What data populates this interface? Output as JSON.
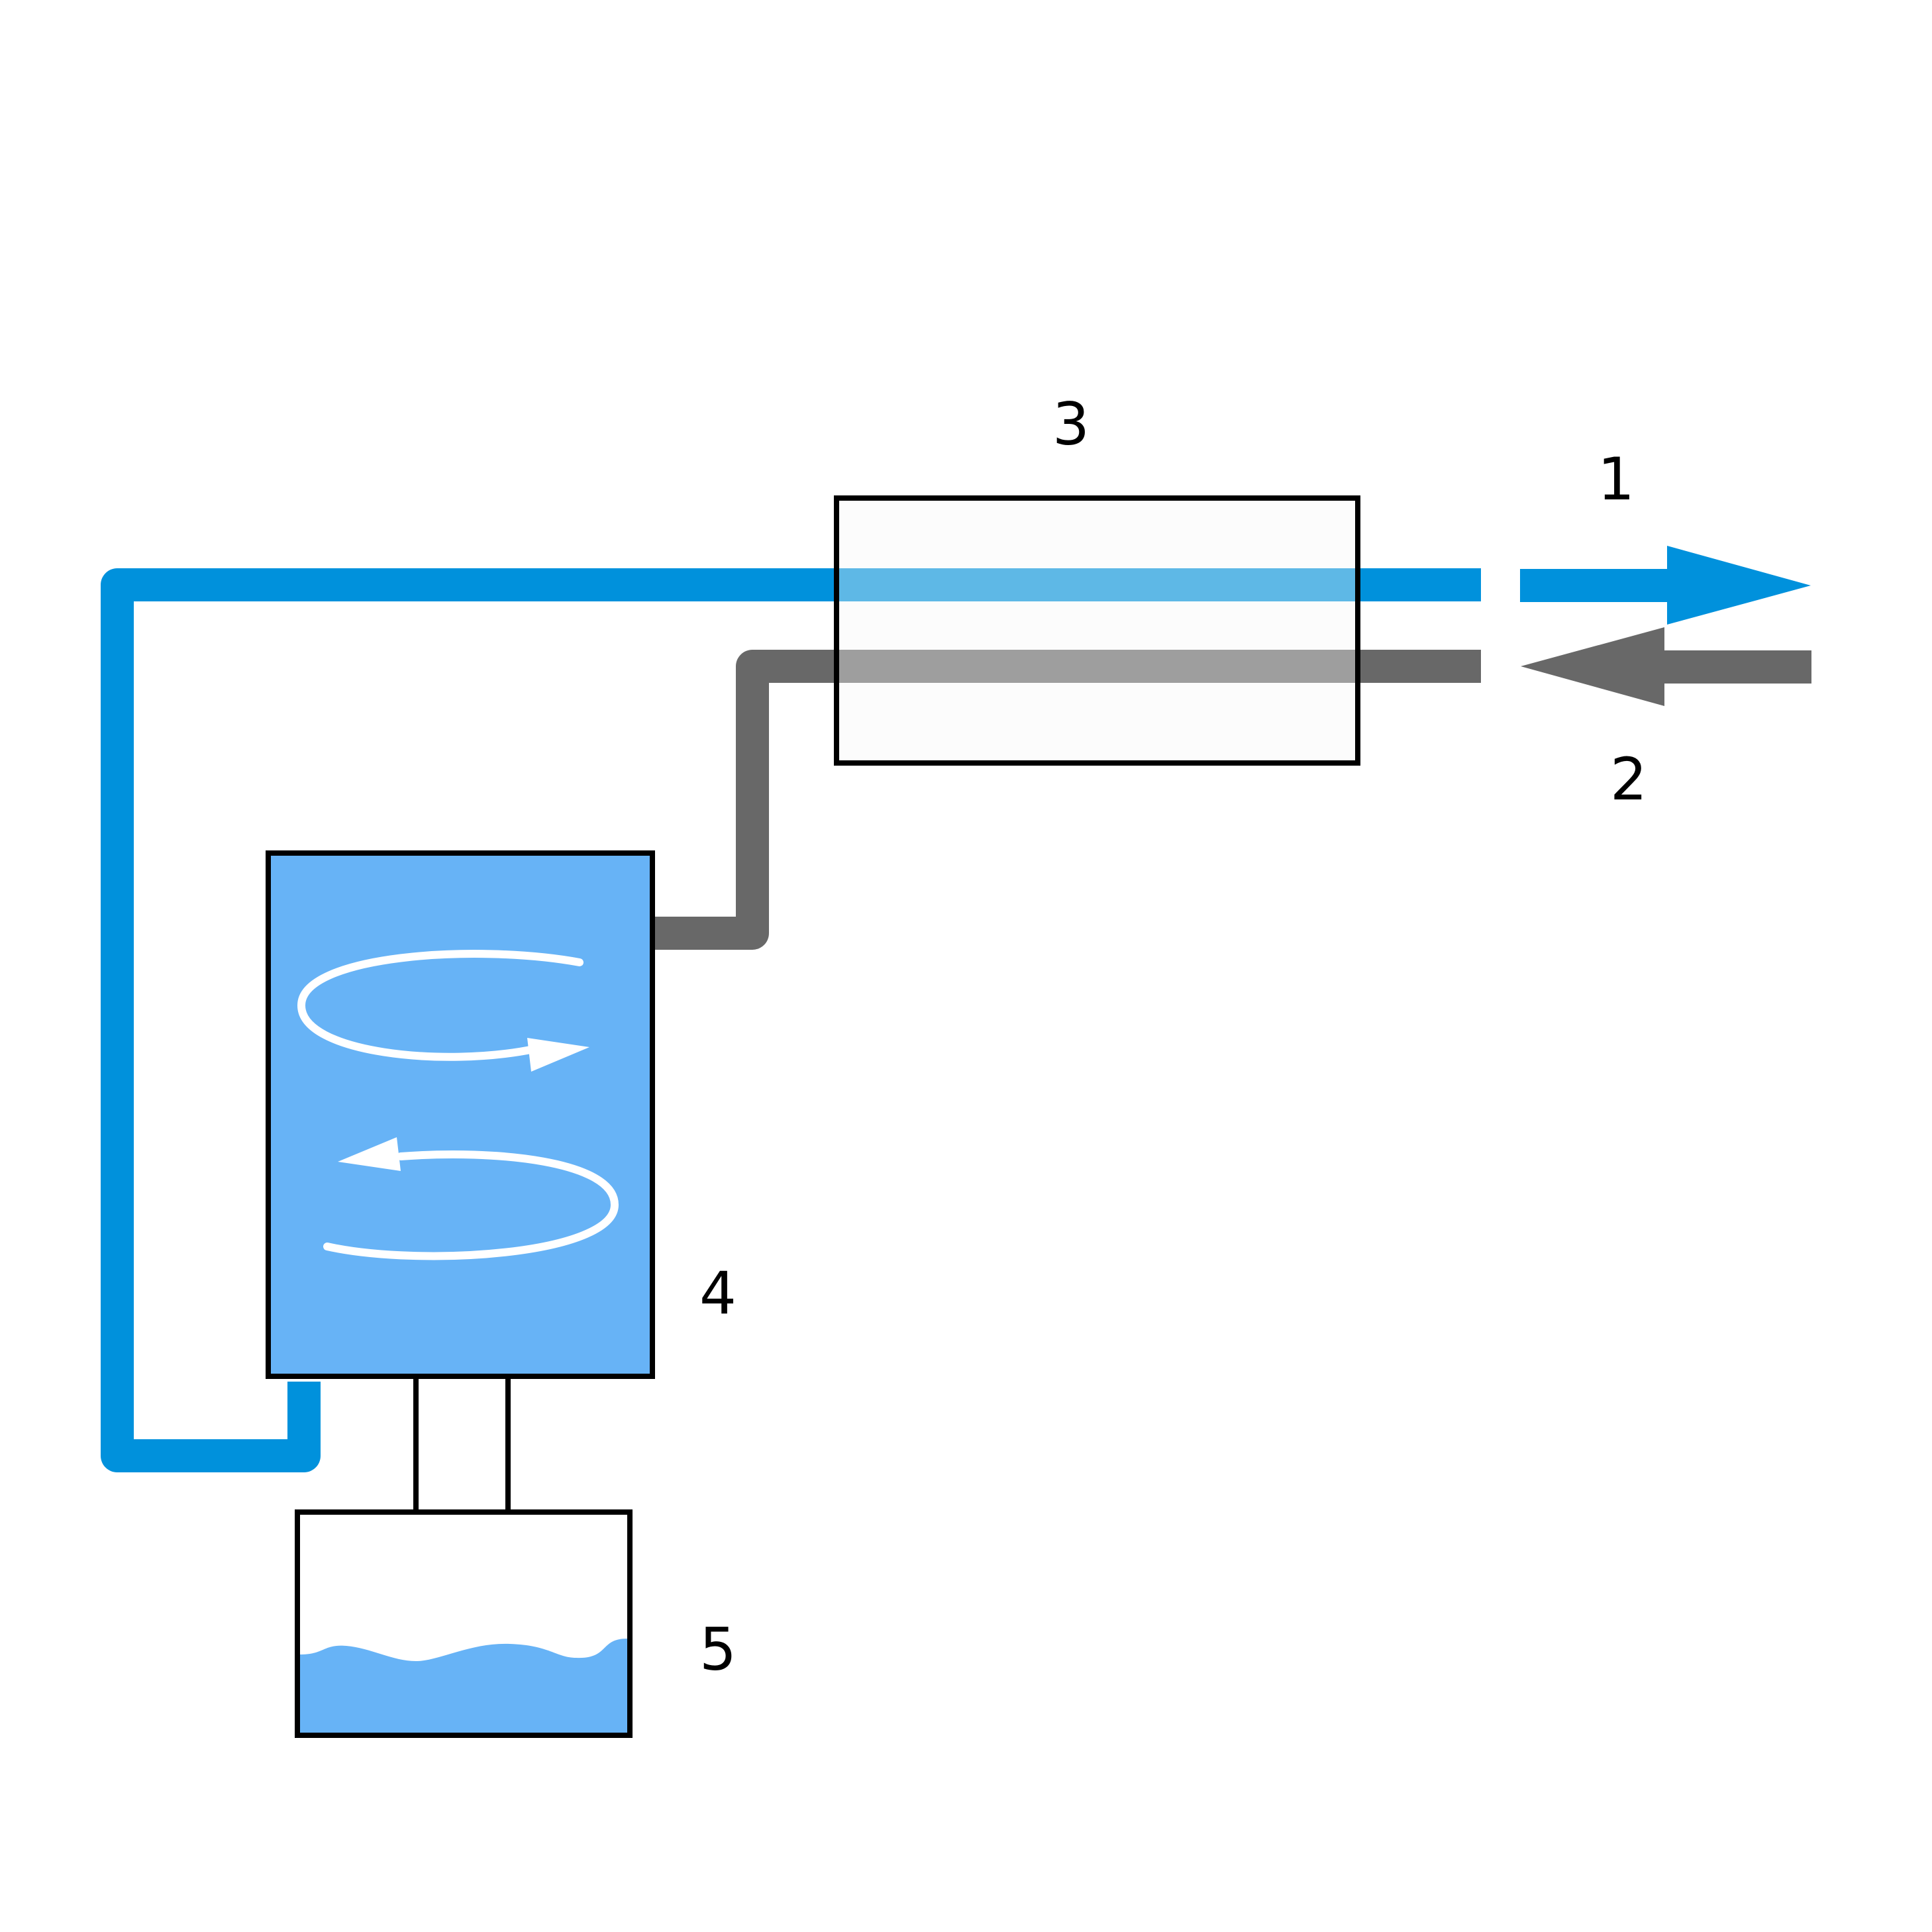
{
  "diagram": {
    "labels": {
      "outflow_arrow": "1",
      "inflow_arrow": "2",
      "heat_exchanger": "3",
      "cyclone_tank": "4",
      "reservoir": "5"
    },
    "colors": {
      "blue_line": "#0091DC",
      "blue_fill": "#67B3F6",
      "gray_line": "#686868",
      "box_fill": "#F8F8F8",
      "outline": "#000000",
      "swirl": "#FFFFFF"
    },
    "icons": {
      "swirl_top": "clockwise-swirl-arrow-icon",
      "swirl_bottom": "counterclockwise-swirl-arrow-icon",
      "water_wave": "water-wave-icon"
    }
  }
}
